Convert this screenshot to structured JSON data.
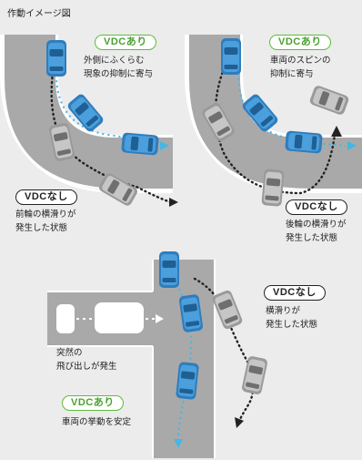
{
  "title": "作動イメージ図",
  "colors": {
    "background": "#ececec",
    "road": "#aaa9a9",
    "road_line": "#ffffff",
    "car_vdc": "#3d8bc8",
    "car_plain": "#b5b5b5",
    "arrow": "#41b8e6",
    "vdc_on": "#5bbd3a",
    "dotted_path": "#2a2a2a"
  },
  "panel_top_left": {
    "vdc_on_label": "VDCあり",
    "vdc_on_caption": [
      "外側にふくらむ",
      "現象の抑制に寄与"
    ],
    "vdc_off_label": "VDCなし",
    "vdc_off_caption": [
      "前輪の横滑りが",
      "発生した状態"
    ]
  },
  "panel_top_right": {
    "vdc_on_label": "VDCあり",
    "vdc_on_caption": [
      "車両のスピンの",
      "抑制に寄与"
    ],
    "vdc_off_label": "VDCなし",
    "vdc_off_caption": [
      "後輪の横滑りが",
      "発生した状態"
    ]
  },
  "panel_bottom": {
    "vdc_off_label": "VDCなし",
    "vdc_off_caption": [
      "横滑りが",
      "発生した状態"
    ],
    "event_caption": [
      "突然の",
      "飛び出しが発生"
    ],
    "vdc_on_label": "VDCあり",
    "vdc_on_caption": [
      "車両の挙動を安定"
    ]
  }
}
